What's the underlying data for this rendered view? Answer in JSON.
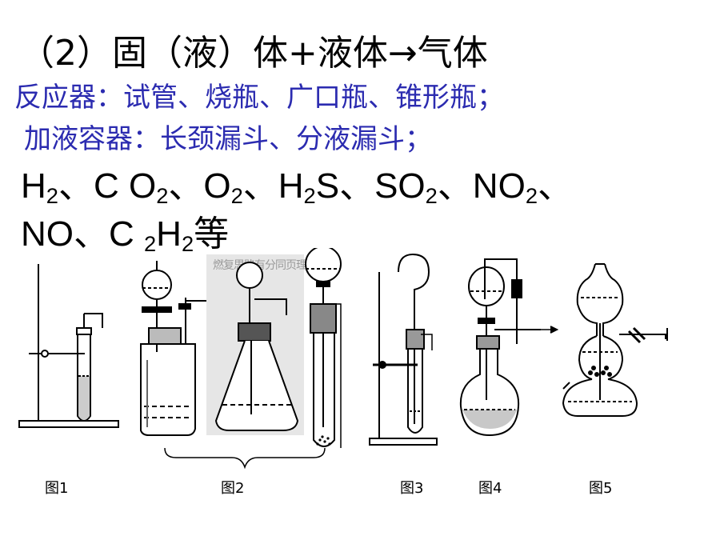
{
  "title": "（2）固（液）体+液体→气体",
  "reactor_line": "反应器：试管、烧瓶、广口瓶、锥形瓶；",
  "adder_line": "加液容器：长颈漏斗、分液漏斗；",
  "gases": {
    "line1": [
      {
        "main": "H",
        "sub": "2"
      },
      {
        "main": "、C O",
        "sub": "2"
      },
      {
        "main": "、O",
        "sub": "2"
      },
      {
        "main": "、H",
        "sub": "2"
      },
      {
        "main": "S、SO",
        "sub": "2"
      },
      {
        "main": "、NO",
        "sub": "2"
      },
      {
        "main": "、",
        "sub": ""
      }
    ],
    "line2": [
      {
        "main": "NO、C ",
        "sub": "2"
      },
      {
        "main": "H",
        "sub": "2"
      },
      {
        "main": "等",
        "sub": ""
      }
    ]
  },
  "figures": [
    "图1",
    "图2",
    "图3",
    "图4",
    "图5"
  ],
  "background_text": "燃复思路有分同页理"
}
